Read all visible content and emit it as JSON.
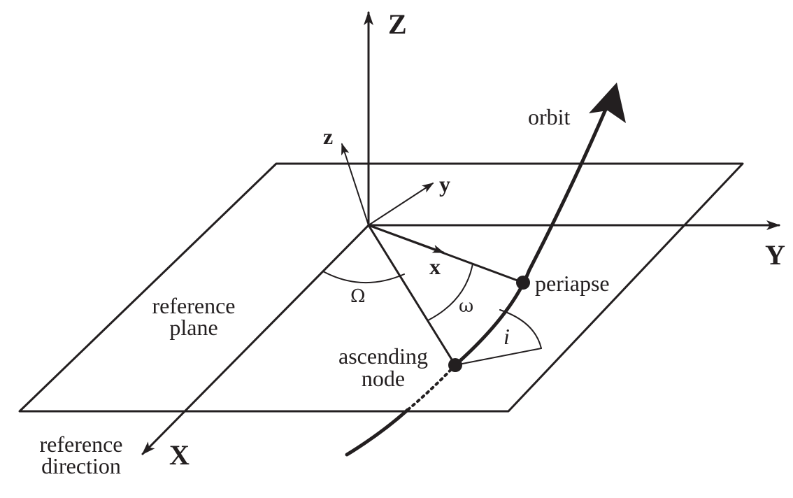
{
  "axes": {
    "Z": "Z",
    "Y": "Y",
    "X": "X",
    "z": "z",
    "y": "y",
    "x": "x"
  },
  "angles": {
    "omega_upper": "Ω",
    "omega_lower": "ω",
    "inclination": "i"
  },
  "labels": {
    "orbit": "orbit",
    "periapse": "periapse",
    "reference_plane_line1": "reference",
    "reference_plane_line2": "plane",
    "ascending_node_line1": "ascending",
    "ascending_node_line2": "node",
    "reference_direction_line1": "reference",
    "reference_direction_line2": "direction"
  },
  "colors": {
    "ink": "#231f20",
    "background": "#ffffff"
  }
}
